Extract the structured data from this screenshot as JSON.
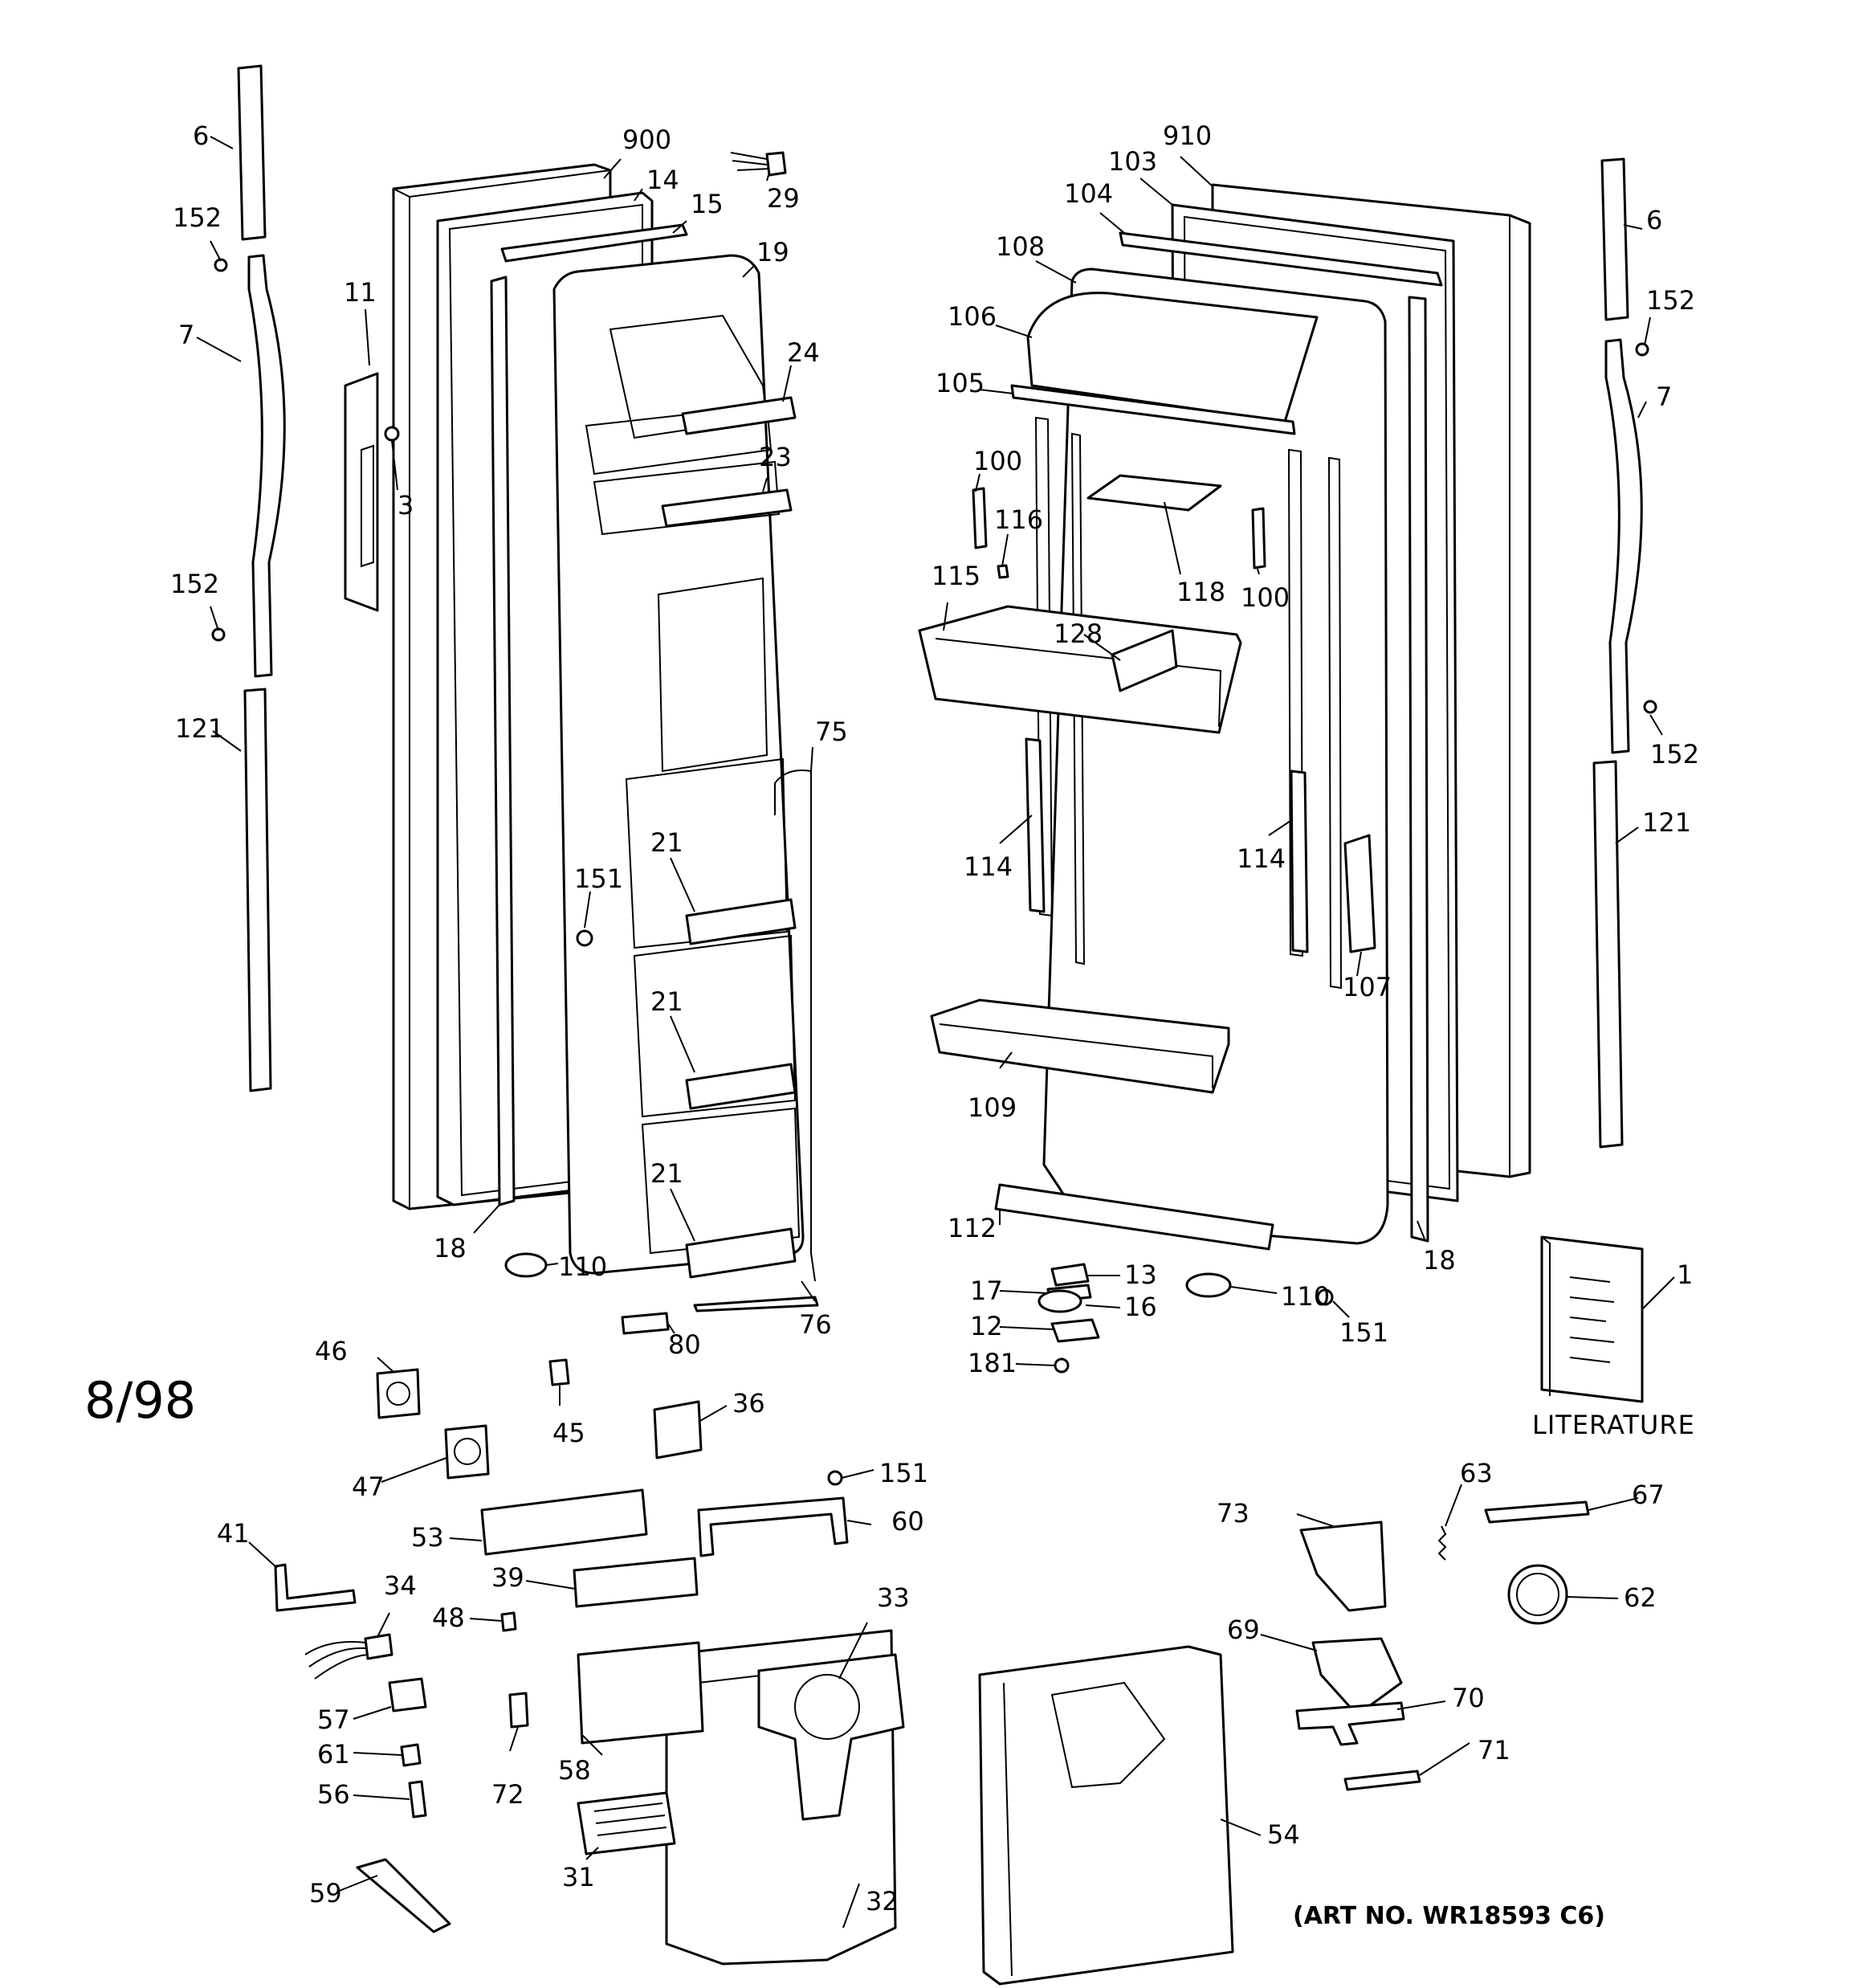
{
  "diagram": {
    "date_code": "8/98",
    "art_number": "(ART NO. WR18593 C6)",
    "literature_label": "LITERATURE",
    "labels": {
      "p6l": "6",
      "p152la": "152",
      "p7l": "7",
      "p152lb": "152",
      "p121l": "121",
      "p11": "11",
      "p3": "3",
      "p900": "900",
      "p14": "14",
      "p15": "15",
      "p29": "29",
      "p19": "19",
      "p24": "24",
      "p23": "23",
      "p75": "75",
      "p151a": "151",
      "p21a": "21",
      "p21b": "21",
      "p21c": "21",
      "p18l": "18",
      "p110l": "110",
      "p80": "80",
      "p76": "76",
      "p910": "910",
      "p103": "103",
      "p104": "104",
      "p108": "108",
      "p106": "106",
      "p105": "105",
      "p100a": "100",
      "p116": "116",
      "p118": "118",
      "p100b": "100",
      "p115": "115",
      "p128": "128",
      "p114a": "114",
      "p114b": "114",
      "p107": "107",
      "p109": "109",
      "p112": "112",
      "p18r": "18",
      "p13": "13",
      "p17": "17",
      "p16": "16",
      "p12": "12",
      "p181": "181",
      "p110r": "110",
      "p151b": "151",
      "p6r": "6",
      "p152ra": "152",
      "p7r": "7",
      "p152rb": "152",
      "p121r": "121",
      "p1": "1",
      "p46": "46",
      "p45": "45",
      "p36": "36",
      "p47": "47",
      "p151c": "151",
      "p41": "41",
      "p53": "53",
      "p60": "60",
      "p34": "34",
      "p39": "39",
      "p48": "48",
      "p33": "33",
      "p57": "57",
      "p61": "61",
      "p56": "56",
      "p58": "58",
      "p72": "72",
      "p31": "31",
      "p59": "59",
      "p32": "32",
      "p73": "73",
      "p63": "63",
      "p67": "67",
      "p62": "62",
      "p69": "69",
      "p70": "70",
      "p71": "71",
      "p54": "54"
    }
  }
}
